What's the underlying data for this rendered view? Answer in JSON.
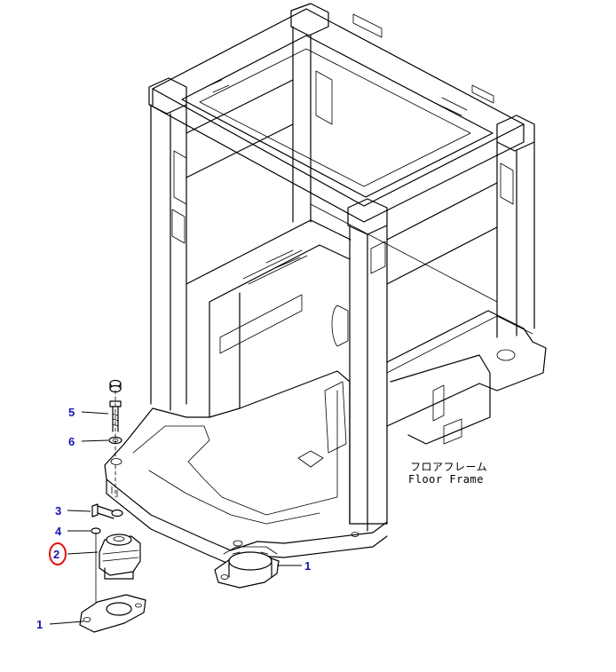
{
  "frame_label": {
    "japanese": "フロアフレーム",
    "english": "Floor Frame"
  },
  "callouts": {
    "c5": "5",
    "c6": "6",
    "c3": "3",
    "c4": "4",
    "c2": "2",
    "c1_left": "1",
    "c1_right": "1"
  },
  "highlight_color": "#e01010",
  "callout_color": "#1515b0"
}
